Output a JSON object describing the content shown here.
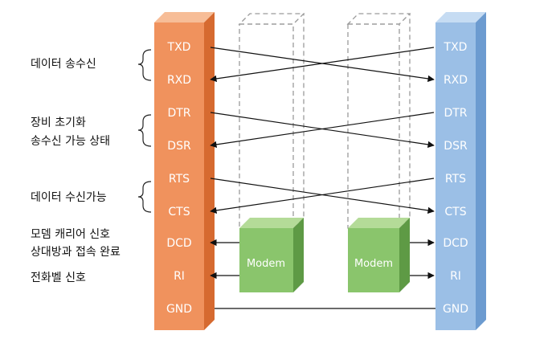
{
  "left_labels": [
    {
      "lines": [
        "데이터 송수신"
      ],
      "brace": true
    },
    {
      "lines": [
        "장비 초기화",
        "송수신 가능 상태"
      ],
      "brace": true
    },
    {
      "lines": [
        "데이터 수신가능"
      ],
      "brace": true
    },
    {
      "lines": [
        "모뎀 캐리어 신호",
        "상대방과 접속 완료"
      ],
      "brace": false
    },
    {
      "lines": [
        "전화벨 신호"
      ],
      "brace": false
    }
  ],
  "signals": [
    "TXD",
    "RXD",
    "DTR",
    "DSR",
    "RTS",
    "CTS",
    "DCD",
    "RI",
    "GND"
  ],
  "modems": [
    "Modem",
    "Modem"
  ],
  "colors": {
    "left_front": "#f0925d",
    "left_side": "#d66a30",
    "left_top": "#f7bd97",
    "right_front": "#9bbfe6",
    "right_side": "#6c9bd0",
    "right_top": "#c6dcf3",
    "modem_front": "#8ac56c",
    "modem_side": "#5e9a45",
    "modem_top": "#b4db98",
    "line": "#111111",
    "dashed": "#9a9a9a"
  }
}
